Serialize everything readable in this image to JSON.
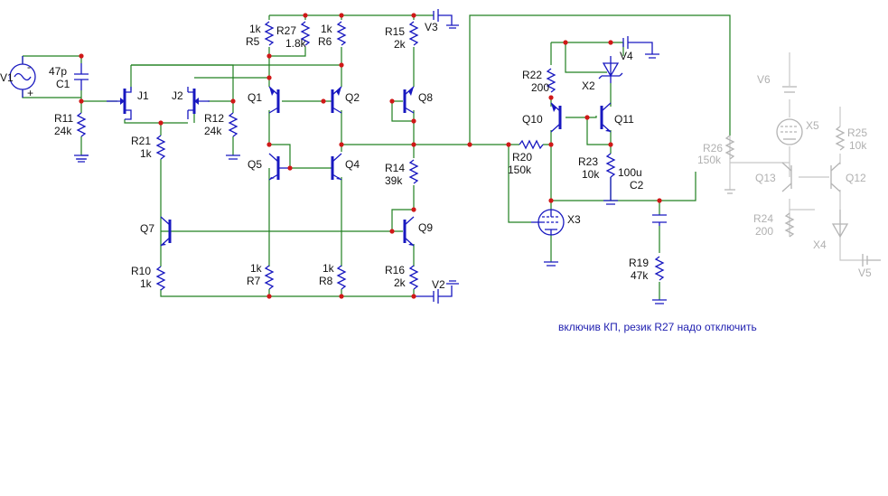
{
  "labels": {
    "V1": "V1",
    "C1": "C1",
    "C1_val": "47p",
    "R11": "R11",
    "R11_val": "24k",
    "J1": "J1",
    "J2": "J2",
    "R12": "R12",
    "R12_val": "24k",
    "R21": "R21",
    "R21_val": "1k",
    "Q7": "Q7",
    "R10": "R10",
    "R10_val": "1k",
    "R5_val": "1k",
    "R5": "R5",
    "R27": "R27",
    "R27_val": "1.8k",
    "R6_val": "1k",
    "R6": "R6",
    "R15": "R15",
    "R15_val": "2k",
    "V3": "V3",
    "Q1": "Q1",
    "Q2": "Q2",
    "Q8": "Q8",
    "Q5": "Q5",
    "Q4": "Q4",
    "R14": "R14",
    "R14_val": "39k",
    "Q9": "Q9",
    "R7_val": "1k",
    "R7": "R7",
    "R8_val": "1k",
    "R8": "R8",
    "R16": "R16",
    "R16_val": "2k",
    "V2": "V2",
    "V4": "V4",
    "R22": "R22",
    "R22_val": "200",
    "X2": "X2",
    "Q10": "Q10",
    "Q11": "Q11",
    "R20": "R20",
    "R20_val": "150k",
    "R23": "R23",
    "R23_val": "10k",
    "C2_val": "100u",
    "C2": "C2",
    "X3": "X3",
    "R19": "R19",
    "R19_val": "47k",
    "V6": "V6",
    "X5": "X5",
    "R26": "R26",
    "R26_val": "150k",
    "R25": "R25",
    "R25_val": "10k",
    "Q13": "Q13",
    "Q12": "Q12",
    "R24": "R24",
    "R24_val": "200",
    "X4": "X4",
    "V5": "V5",
    "plus": "+",
    "minus": "-"
  },
  "note": "включив КП, резик R27 надо отключить",
  "colors": {
    "wire": "#208020",
    "component": "#1818c0",
    "junction": "#d01818",
    "disabled": "#b4b4b4",
    "text": "#111111",
    "note": "#2020b0"
  }
}
